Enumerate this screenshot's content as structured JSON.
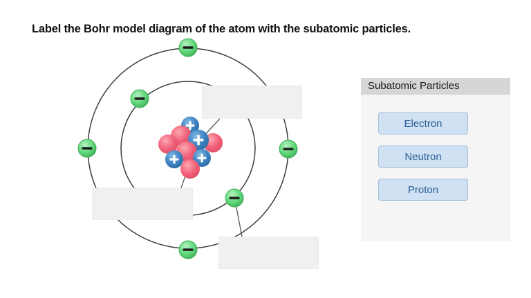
{
  "title": "Label the Bohr model diagram of the atom with the subatomic particles.",
  "panel": {
    "header": "Subatomic Particles",
    "buttons": [
      {
        "label": "Electron"
      },
      {
        "label": "Neutron"
      },
      {
        "label": "Proton"
      }
    ]
  },
  "diagram": {
    "orbit_count": 2,
    "electron_count": 6,
    "proton_count": 4,
    "neutron_count": 5,
    "label_box_count": 3,
    "electron_symbol": "minus",
    "proton_symbol": "plus"
  },
  "colors": {
    "electron_body": "#63d97c",
    "electron_light": "#b6f1c2",
    "electron_edge": "#3fae57",
    "proton_body": "#3f84c4",
    "proton_light": "#85bbe5",
    "proton_edge": "#2f6ba3",
    "neutron_body": "#f2637b",
    "neutron_light": "#fba9b2",
    "neutron_edge": "#e04a63",
    "orbit_stroke": "#3b3b3b",
    "leader_stroke": "#555555",
    "minus_fill": "#1c1c1c",
    "plus_fill": "#ffffff",
    "box_bg": "#f0f0f0",
    "button_bg": "#cfe1f3",
    "button_text": "#2a5d94",
    "panel_header_bg": "#d6d6d6"
  }
}
